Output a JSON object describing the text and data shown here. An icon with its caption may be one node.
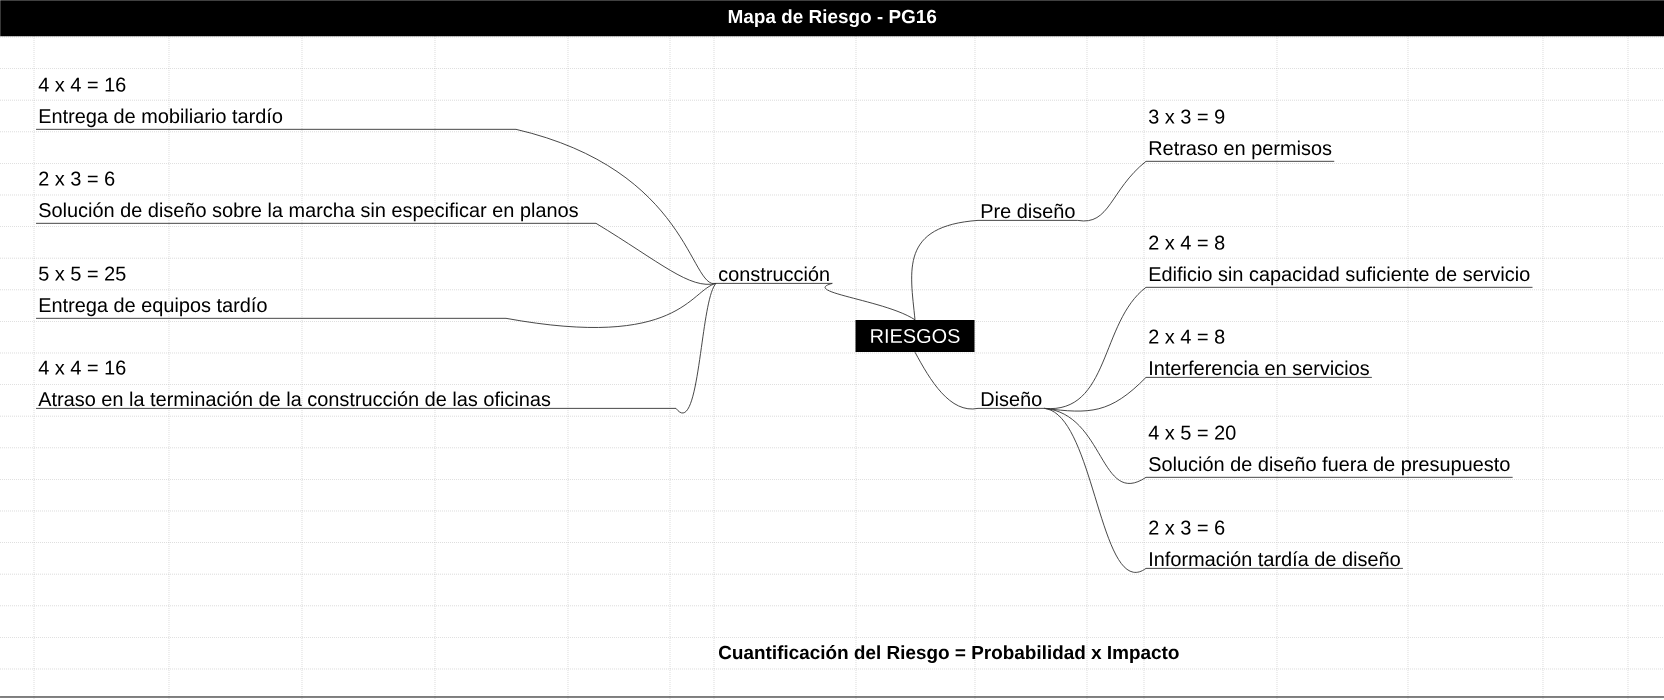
{
  "diagram": {
    "title": "Mapa de Riesgo - PG16",
    "nodes": [
      {
        "text": [
          "RIESGOS"
        ]
      },
      {
        "text": [
          "construcción"
        ]
      },
      {
        "text": [
          "4 x 4 = 16",
          "Entrega de mobiliario tardío"
        ]
      },
      {
        "text": [
          "2 x 3 = 6",
          "Solución de diseño sobre la marcha sin especificar en planos"
        ]
      },
      {
        "text": [
          "5 x 5 = 25",
          "Entrega de equipos tardío"
        ]
      },
      {
        "text": [
          "4 x 4 = 16",
          "Atraso en la terminación de la construcción de las oficinas"
        ]
      },
      {
        "text": [
          "Pre diseño"
        ]
      },
      {
        "text": [
          "3 x 3 = 9",
          "Retraso en permisos"
        ]
      },
      {
        "text": [
          "Diseño"
        ]
      },
      {
        "text": [
          "2 x 4 = 8",
          "Edificio sin capacidad suficiente de servicio"
        ]
      },
      {
        "text": [
          "2 x 4 = 8",
          "Interferencia en servicios"
        ]
      },
      {
        "text": [
          "4 x 5 = 20",
          "Solución de diseño fuera de presupuesto"
        ]
      },
      {
        "text": [
          "2 x 3 = 6",
          "Información tardía de diseño"
        ]
      }
    ],
    "edges": [
      {
        "from": 0,
        "to": 1,
        "arrow": "none"
      },
      {
        "from": 1,
        "to": 2,
        "arrow": "none"
      },
      {
        "from": 1,
        "to": 3,
        "arrow": "none"
      },
      {
        "from": 1,
        "to": 4,
        "arrow": "none"
      },
      {
        "from": 1,
        "to": 5,
        "arrow": "none"
      },
      {
        "from": 0,
        "to": 6,
        "arrow": "none"
      },
      {
        "from": 6,
        "to": 7,
        "arrow": "none"
      },
      {
        "from": 0,
        "to": 8,
        "arrow": "none"
      },
      {
        "from": 8,
        "to": 9,
        "arrow": "none"
      },
      {
        "from": 8,
        "to": 10,
        "arrow": "none"
      },
      {
        "from": 8,
        "to": 11,
        "arrow": "none"
      },
      {
        "from": 8,
        "to": 12,
        "arrow": "none"
      }
    ],
    "labels": [
      "Cuantificación del Riesgo = Probabilidad x Impacto"
    ]
  }
}
